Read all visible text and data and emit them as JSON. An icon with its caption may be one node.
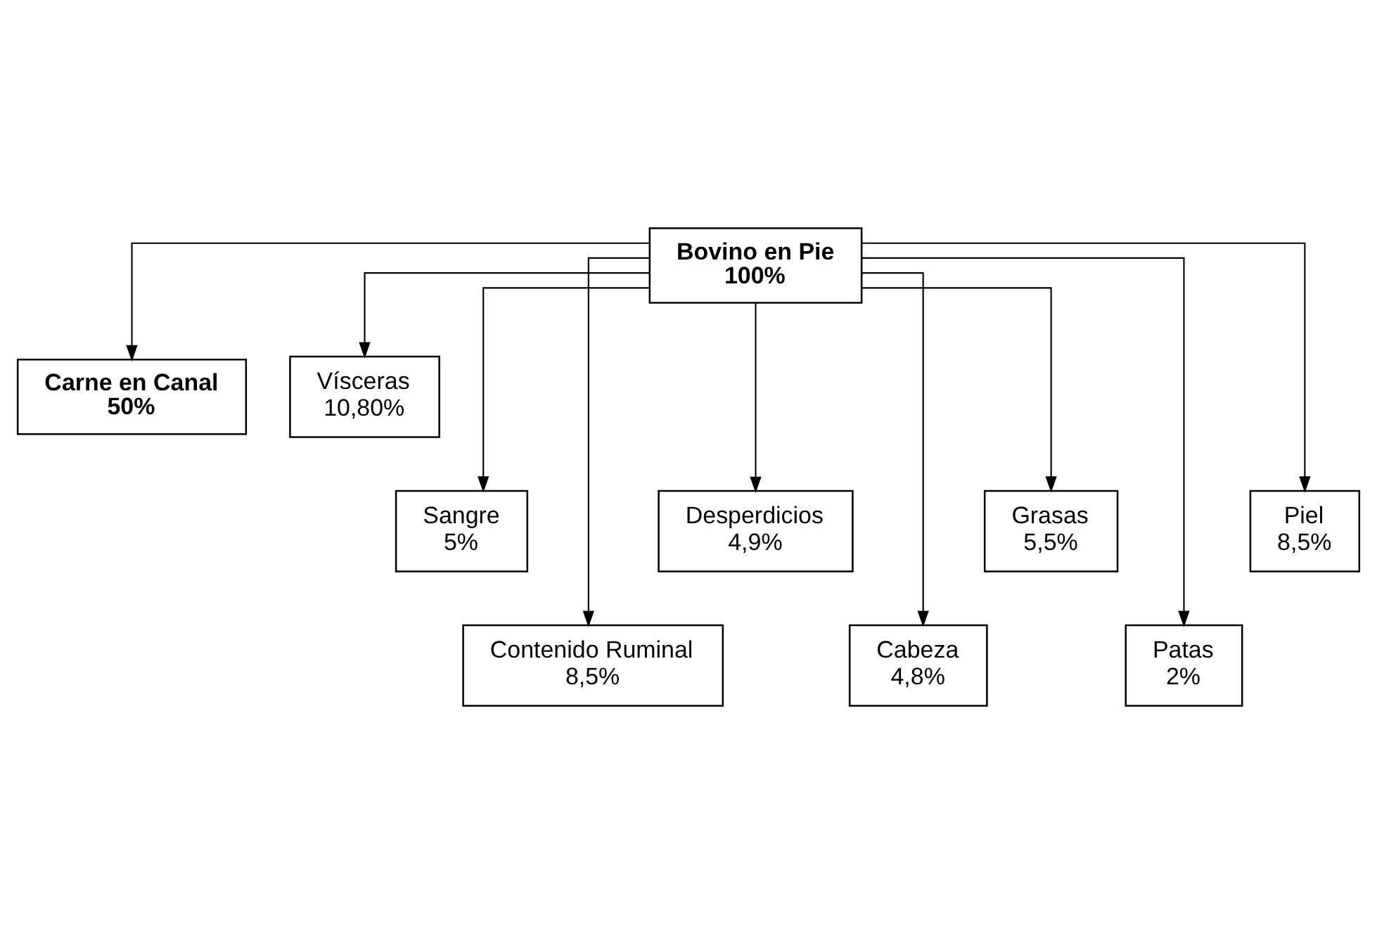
{
  "diagram": {
    "nodes": [
      {
        "text": [
          "Bovino en Pie",
          "100%"
        ]
      },
      {
        "text": [
          "Carne en Canal",
          "50%"
        ]
      },
      {
        "text": [
          "Vísceras",
          "10,80%"
        ]
      },
      {
        "text": [
          "Sangre",
          "5%"
        ]
      },
      {
        "text": [
          "Contenido Ruminal",
          "8,5%"
        ]
      },
      {
        "text": [
          "Desperdicios",
          "4,9%"
        ]
      },
      {
        "text": [
          "Cabeza",
          "4,8%"
        ]
      },
      {
        "text": [
          "Grasas",
          "5,5%"
        ]
      },
      {
        "text": [
          "Patas",
          "2%"
        ]
      },
      {
        "text": [
          "Piel",
          "8,5%"
        ]
      }
    ],
    "edges": [
      {
        "from": 0,
        "to": 1,
        "arrow": "to"
      },
      {
        "from": 0,
        "to": 2,
        "arrow": "to"
      },
      {
        "from": 0,
        "to": 3,
        "arrow": "to"
      },
      {
        "from": 0,
        "to": 4,
        "arrow": "to"
      },
      {
        "from": 0,
        "to": 5,
        "arrow": "to"
      },
      {
        "from": 0,
        "to": 6,
        "arrow": "to"
      },
      {
        "from": 0,
        "to": 7,
        "arrow": "to"
      },
      {
        "from": 0,
        "to": 8,
        "arrow": "to"
      },
      {
        "from": 0,
        "to": 9,
        "arrow": "to"
      }
    ]
  }
}
